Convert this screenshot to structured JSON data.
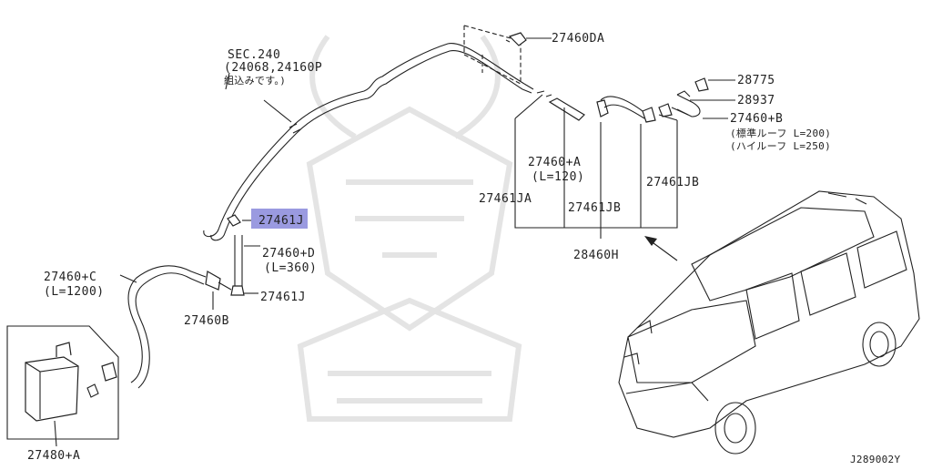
{
  "diagram_id": "J289002Y",
  "labels": {
    "p27460DA": "27460DA",
    "p28775": "28775",
    "p28937": "28937",
    "p27460B_plus": "27460+B",
    "roof_std": "(標準ルーフ L=200)",
    "roof_high": "(ハイルーフ L=250)",
    "sec_title": "SEC.240",
    "sec_ref": "(24068,24160P",
    "sec_note": "組込みです。)",
    "p27460A": "27460+A",
    "p27460A_len": "(L=120)",
    "p27461JB_right": "27461JB",
    "p27461JA": "27461JA",
    "p27461JB_mid": "27461JB",
    "p28460H": "28460H",
    "p27461J_top": "27461J",
    "p27460D": "27460+D",
    "p27460D_len": "(L=360)",
    "p27460C": "27460+C",
    "p27460C_len": "(L=1200)",
    "p27461J_bot": "27461J",
    "p27460B": "27460B",
    "p27480A": "27480+A"
  },
  "highlight_color": "#9a9ae0",
  "highlighted_label": "p27461J_top"
}
